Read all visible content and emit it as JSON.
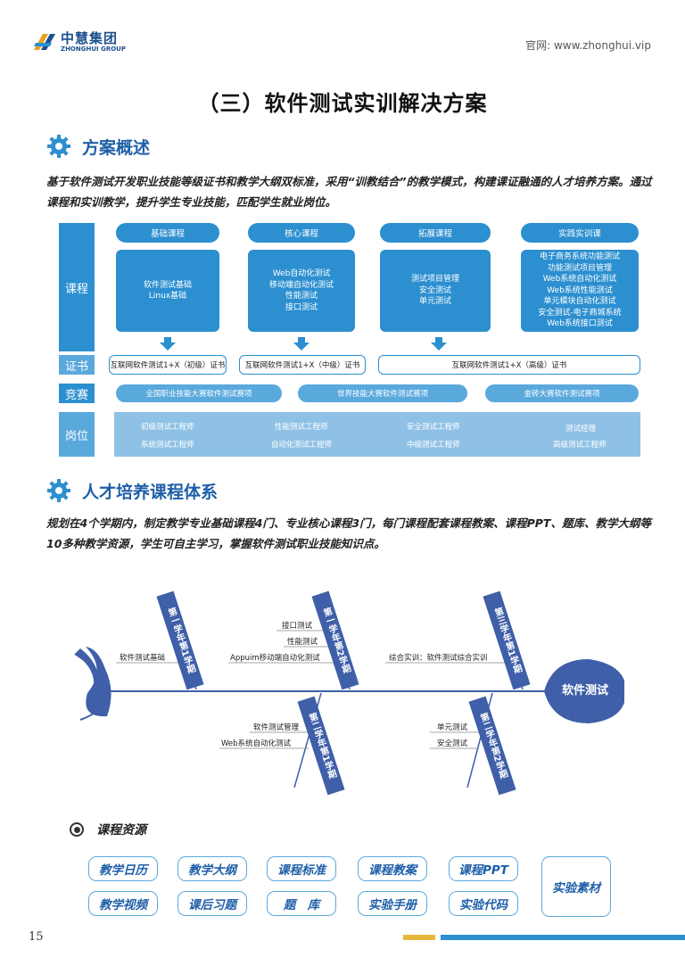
{
  "header": {
    "logo_cn": "中慧集团",
    "logo_en": "ZHONGHUI GROUP",
    "website": "官网: www.zhonghui.vip"
  },
  "title": "（三）软件测试实训解决方案",
  "section1": {
    "heading": "方案概述",
    "text": "基于软件测试开发职业技能等级证书和教学大纲双标准，采用“训教结合”的教学模式，构建课证融通的人才培养方案。通过课程和实训教学，提升学生专业技能，匹配学生就业岗位。"
  },
  "diagram": {
    "row_labels": {
      "course": "课程",
      "cert": "证书",
      "compet": "竞赛",
      "job": "岗位"
    },
    "course_headers": [
      "基础课程",
      "核心课程",
      "拓展课程",
      "实践实训课"
    ],
    "courses": [
      [
        "软件测试基础",
        "Linux基础"
      ],
      [
        "Web自动化测试",
        "移动端自动化测试",
        "性能测试",
        "接口测试"
      ],
      [
        "测试项目管理",
        "安全测试",
        "单元测试"
      ],
      [
        "电子商务系统功能测试",
        "功能测试项目管理",
        "Web系统自动化测试",
        "Web系统性能测试",
        "单元模块自动化测试",
        "安全测试-电子商城系统",
        "Web系统接口测试"
      ]
    ],
    "certs": [
      "互联网软件测试1+X（初级）证书",
      "互联网软件测试1+X（中级）证书",
      "互联网软件测试1+X（高级）证书"
    ],
    "competitions": [
      "全国职业技能大赛软件测试赛项",
      "世界技能大赛软件测试赛项",
      "金砖大赛软件测试赛项"
    ],
    "jobs": [
      [
        "初级测试工程师",
        "系统测试工程师"
      ],
      [
        "性能测试工程师",
        "自动化测试工程师"
      ],
      [
        "安全测试工程师",
        "中级测试工程师"
      ],
      [
        "测试经理",
        "高级测试工程师"
      ]
    ],
    "colors": {
      "primary": "#2c8fd0",
      "light": "#5aa9dd",
      "job_bar": "#8fc1e6"
    }
  },
  "section2": {
    "heading": "人才培养课程体系",
    "text": "规划在4个学期内，制定教学专业基础课程4门、专业核心课程3门，每门课程配套课程教案、课程PPT、题库、教学大纲等10多种教学资源，学生可自主学习，掌握软件测试职业技能知识点。"
  },
  "fishbone": {
    "head": "软件测试",
    "bones": [
      {
        "label": "第一学年第1学期",
        "items": [
          "软件测试基础"
        ]
      },
      {
        "label": "第一学年第2学期",
        "items": [
          "接口测试",
          "性能测试",
          "Appuim移动端自动化测试"
        ]
      },
      {
        "label": "第三学年第1学期",
        "items": [
          "综合实训：软件测试综合实训"
        ]
      },
      {
        "label": "第二学年第1学期",
        "items": [
          "软件测试管理",
          "Web系统自动化测试"
        ]
      },
      {
        "label": "第二学年第2学期",
        "items": [
          "单元测试",
          "安全测试"
        ]
      }
    ],
    "color": "#3f5fa8"
  },
  "resources": {
    "heading": "课程资源",
    "items": [
      "教学日历",
      "教学大纲",
      "课程标准",
      "课程教案",
      "课程PPT",
      "教学视频",
      "课后习题",
      "题　库",
      "实验手册",
      "实验代码",
      "实验素材"
    ]
  },
  "footer": {
    "page_number": "15"
  }
}
